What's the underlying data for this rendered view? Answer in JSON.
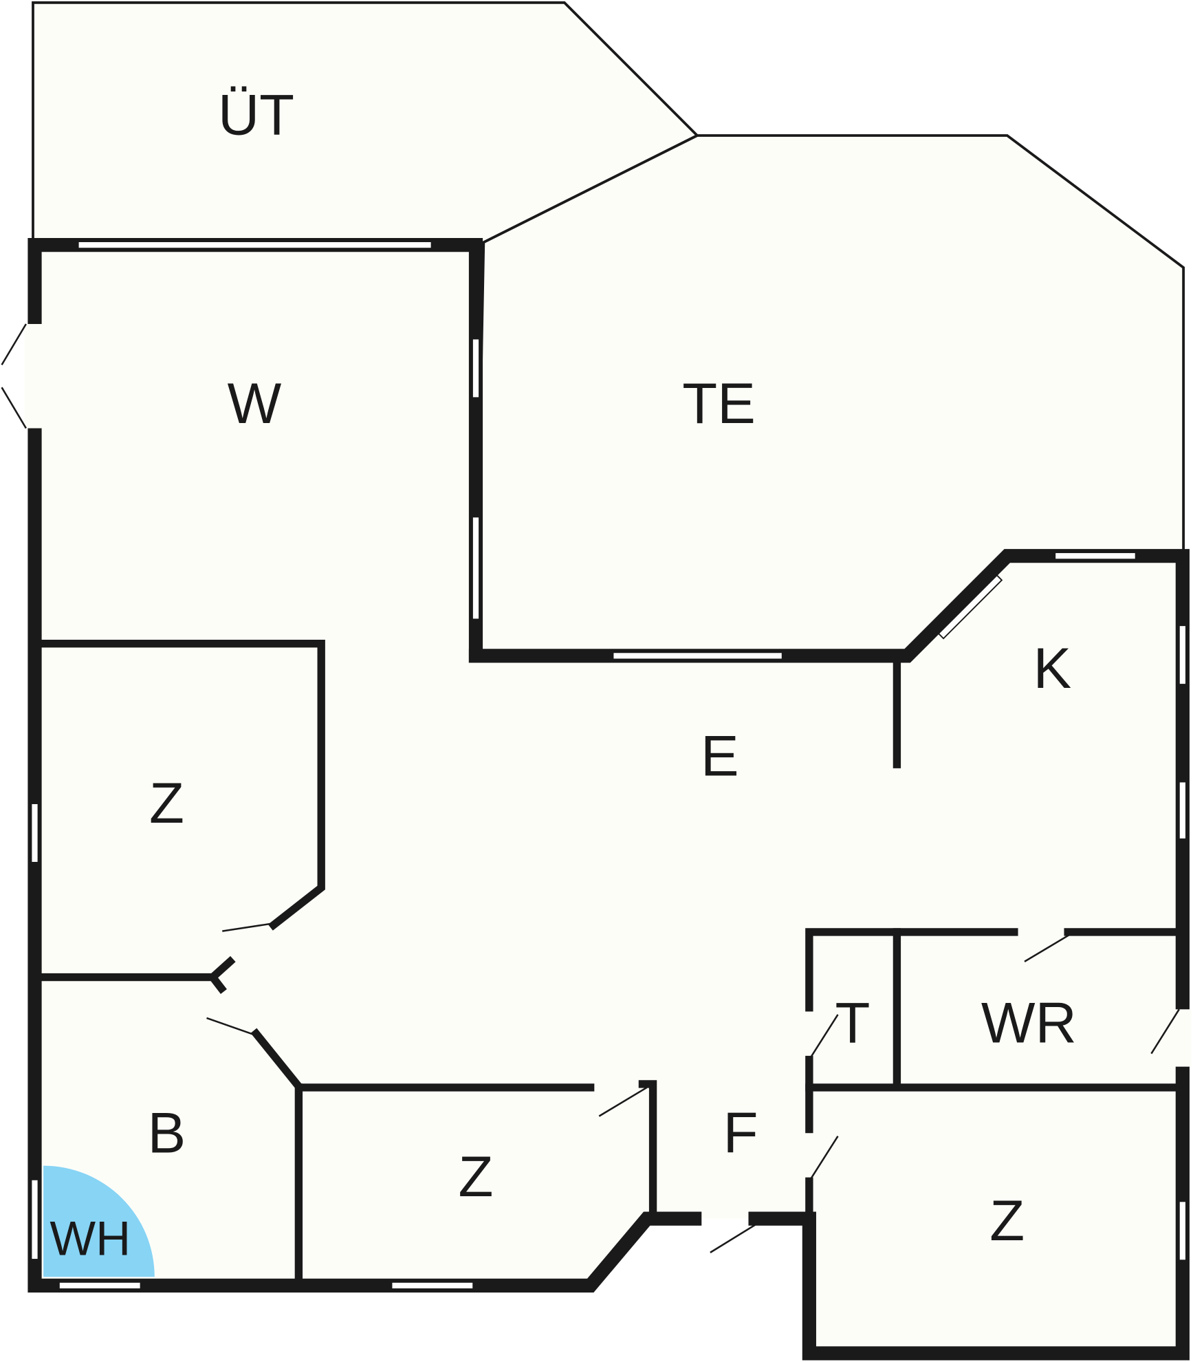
{
  "plan": {
    "rooms": [
      {
        "id": "ut",
        "label": "ÜT"
      },
      {
        "id": "w",
        "label": "W"
      },
      {
        "id": "te",
        "label": "TE"
      },
      {
        "id": "z1",
        "label": "Z"
      },
      {
        "id": "e",
        "label": "E"
      },
      {
        "id": "k",
        "label": "K"
      },
      {
        "id": "t",
        "label": "T"
      },
      {
        "id": "wr",
        "label": "WR"
      },
      {
        "id": "b",
        "label": "B"
      },
      {
        "id": "z2",
        "label": "Z"
      },
      {
        "id": "f",
        "label": "F"
      },
      {
        "id": "z3",
        "label": "Z"
      },
      {
        "id": "wh",
        "label": "WH"
      }
    ],
    "colors": {
      "floor": "#fdfdf8",
      "wall": "#1a1a1a",
      "water_heater": "#87d4f5"
    }
  }
}
